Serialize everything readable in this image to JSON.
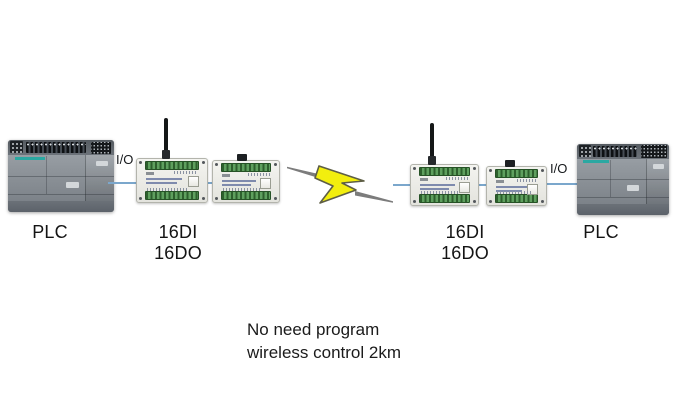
{
  "left": {
    "plc_label": "PLC",
    "io_label": "I/O",
    "module_label": "16DI 16DO"
  },
  "right": {
    "module_label": "16DI 16DO",
    "io_label": "I/O",
    "plc_label": "PLC"
  },
  "caption": {
    "line1": "No need program",
    "line2": "wireless control 2km"
  },
  "graphics": {
    "plc": "siemens-style-plc-graphic",
    "io_module": "io-module-graphic",
    "antenna": "antenna-icon",
    "lightning": "lightning-bolt-icon",
    "wire": "blue-connection-wire"
  },
  "colors": {
    "background": "#ffffff",
    "wire_blue": "#7ba7cc",
    "terminal_green": "#5fa05f",
    "terminal_green_dark": "#2d5f2d",
    "bolt_yellow": "#f2ee0e",
    "bolt_outline": "#5e5e45",
    "streak_gray": "#7c7c7c",
    "plc_teal": "#2ba8a2",
    "plc_body_gray": "#8b9197",
    "module_body": "#edede6",
    "label_text": "#141414"
  }
}
